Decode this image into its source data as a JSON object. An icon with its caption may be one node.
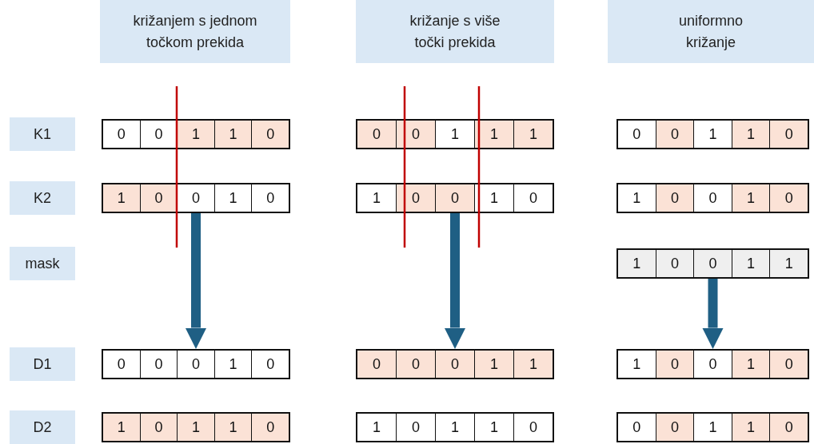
{
  "diagram": {
    "nodes": [
      {
        "text": [
          "križanjem s jednom točkom prekida"
        ]
      },
      {
        "text": [
          "križanje s više točki prekida"
        ]
      },
      {
        "text": [
          "uniformno križanje"
        ]
      },
      {
        "text": [
          "K1"
        ]
      },
      {
        "text": [],
        "shape": "bar"
      },
      {
        "text": [
          "0"
        ],
        "in": 4
      },
      {
        "text": [
          "0"
        ],
        "in": 4
      },
      {
        "text": [
          "1"
        ],
        "in": 4
      },
      {
        "text": [
          "1"
        ],
        "in": 4
      },
      {
        "text": [
          "0"
        ],
        "in": 4
      },
      {
        "text": [],
        "shape": "bar"
      },
      {
        "text": [
          "0"
        ],
        "in": 10
      },
      {
        "text": [
          "0"
        ],
        "in": 10
      },
      {
        "text": [
          "1"
        ],
        "in": 10
      },
      {
        "text": [
          "1"
        ],
        "in": 10
      },
      {
        "text": [
          "1"
        ],
        "in": 10
      },
      {
        "text": [],
        "shape": "bar"
      },
      {
        "text": [
          "0"
        ],
        "in": 16
      },
      {
        "text": [
          "0"
        ],
        "in": 16
      },
      {
        "text": [
          "1"
        ],
        "in": 16
      },
      {
        "text": [
          "1"
        ],
        "in": 16
      },
      {
        "text": [
          "0"
        ],
        "in": 16
      },
      {
        "text": [
          "K2"
        ]
      },
      {
        "text": [],
        "shape": "bar"
      },
      {
        "text": [
          "1"
        ],
        "in": 23
      },
      {
        "text": [
          "0"
        ],
        "in": 23
      },
      {
        "text": [
          "0"
        ],
        "in": 23
      },
      {
        "text": [
          "1"
        ],
        "in": 23
      },
      {
        "text": [
          "0"
        ],
        "in": 23
      },
      {
        "text": [],
        "shape": "bar"
      },
      {
        "text": [
          "1"
        ],
        "in": 29
      },
      {
        "text": [
          "0"
        ],
        "in": 29
      },
      {
        "text": [
          "0"
        ],
        "in": 29
      },
      {
        "text": [
          "1"
        ],
        "in": 29
      },
      {
        "text": [
          "0"
        ],
        "in": 29
      },
      {
        "text": [],
        "shape": "bar"
      },
      {
        "text": [
          "1"
        ],
        "in": 35
      },
      {
        "text": [
          "0"
        ],
        "in": 35
      },
      {
        "text": [
          "0"
        ],
        "in": 35
      },
      {
        "text": [
          "1"
        ],
        "in": 35
      },
      {
        "text": [
          "0"
        ],
        "in": 35
      },
      {
        "text": [
          "mask"
        ]
      },
      {
        "text": [],
        "shape": "bar"
      },
      {
        "text": [
          "1"
        ],
        "in": 42
      },
      {
        "text": [
          "0"
        ],
        "in": 42
      },
      {
        "text": [
          "0"
        ],
        "in": 42
      },
      {
        "text": [
          "1"
        ],
        "in": 42
      },
      {
        "text": [
          "1"
        ],
        "in": 42
      },
      {
        "text": [
          "D1"
        ]
      },
      {
        "text": [],
        "shape": "bar"
      },
      {
        "text": [
          "0"
        ],
        "in": 49
      },
      {
        "text": [
          "0"
        ],
        "in": 49
      },
      {
        "text": [
          "0"
        ],
        "in": 49
      },
      {
        "text": [
          "1"
        ],
        "in": 49
      },
      {
        "text": [
          "0"
        ],
        "in": 49
      },
      {
        "text": [],
        "shape": "bar"
      },
      {
        "text": [
          "0"
        ],
        "in": 55
      },
      {
        "text": [
          "0"
        ],
        "in": 55
      },
      {
        "text": [
          "0"
        ],
        "in": 55
      },
      {
        "text": [
          "1"
        ],
        "in": 55
      },
      {
        "text": [
          "1"
        ],
        "in": 55
      },
      {
        "text": [],
        "shape": "bar"
      },
      {
        "text": [
          "1"
        ],
        "in": 61
      },
      {
        "text": [
          "0"
        ],
        "in": 61
      },
      {
        "text": [
          "0"
        ],
        "in": 61
      },
      {
        "text": [
          "1"
        ],
        "in": 61
      },
      {
        "text": [
          "0"
        ],
        "in": 61
      },
      {
        "text": [
          "D2"
        ]
      },
      {
        "text": [],
        "shape": "bar"
      },
      {
        "text": [
          "1"
        ],
        "in": 68
      },
      {
        "text": [
          "0"
        ],
        "in": 68
      },
      {
        "text": [
          "1"
        ],
        "in": 68
      },
      {
        "text": [
          "1"
        ],
        "in": 68
      },
      {
        "text": [
          "0"
        ],
        "in": 68
      },
      {
        "text": [],
        "shape": "bar"
      },
      {
        "text": [
          "1"
        ],
        "in": 74
      },
      {
        "text": [
          "0"
        ],
        "in": 74
      },
      {
        "text": [
          "1"
        ],
        "in": 74
      },
      {
        "text": [
          "1"
        ],
        "in": 74
      },
      {
        "text": [
          "0"
        ],
        "in": 74
      },
      {
        "text": [],
        "shape": "bar"
      },
      {
        "text": [
          "0"
        ],
        "in": 80
      },
      {
        "text": [
          "0"
        ],
        "in": 80
      },
      {
        "text": [
          "1"
        ],
        "in": 80
      },
      {
        "text": [
          "1"
        ],
        "in": 80
      },
      {
        "text": [
          "0"
        ],
        "in": 80
      }
    ],
    "edges": [
      {
        "from": 23,
        "to": 49,
        "arrow": "to"
      },
      {
        "from": 29,
        "to": 55,
        "arrow": "to"
      },
      {
        "from": 42,
        "to": 61,
        "arrow": "to"
      }
    ]
  }
}
